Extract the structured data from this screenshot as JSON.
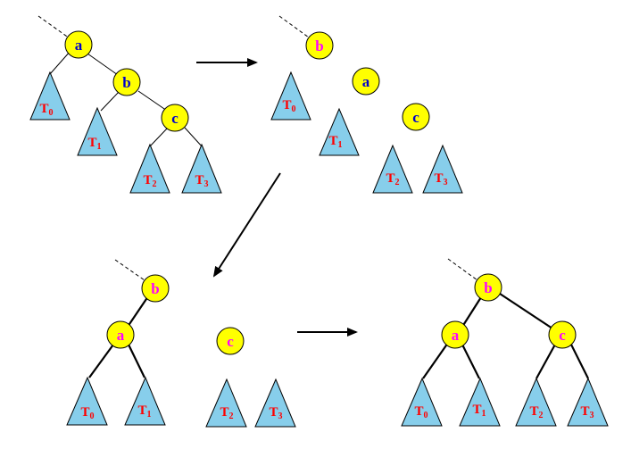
{
  "colors": {
    "node_fill": "#ffff00",
    "subtree_fill": "#87ceeb",
    "label_blue": "#0000cc",
    "label_magenta": "#ff00ff",
    "subtree_label": "#ff0000"
  },
  "nodes": {
    "a": "a",
    "b": "b",
    "c": "c"
  },
  "subtrees": {
    "t0": {
      "main": "T",
      "sub": "0"
    },
    "t1": {
      "main": "T",
      "sub": "1"
    },
    "t2": {
      "main": "T",
      "sub": "2"
    },
    "t3": {
      "main": "T",
      "sub": "3"
    }
  },
  "panels": [
    {
      "id": "original-chain"
    },
    {
      "id": "b-lifted"
    },
    {
      "id": "a-attached-under-b"
    },
    {
      "id": "balanced-tree"
    }
  ],
  "arrow_icon": "arrow-icon"
}
